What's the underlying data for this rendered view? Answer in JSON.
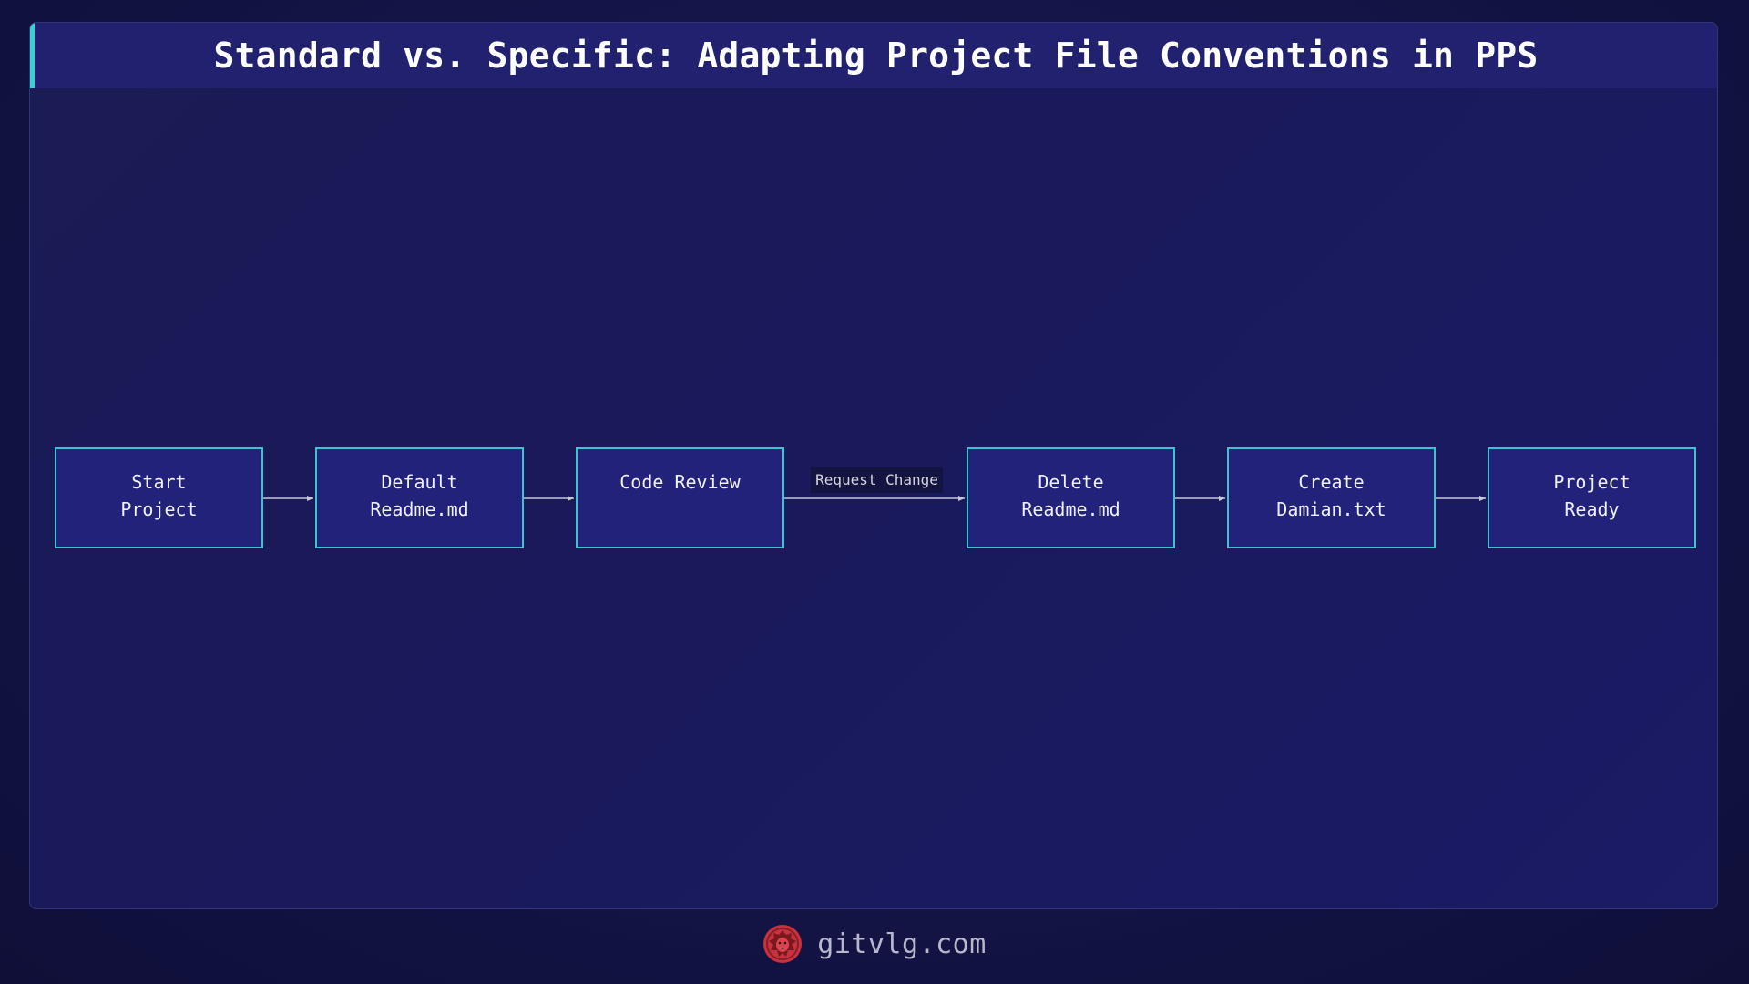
{
  "diagram": {
    "title": "Standard vs. Specific: Adapting Project File Conventions in PPS",
    "nodes": [
      {
        "id": "start",
        "lines": [
          "Start",
          "Project"
        ]
      },
      {
        "id": "default",
        "lines": [
          "Default",
          "Readme.md"
        ]
      },
      {
        "id": "review",
        "lines": [
          "Code Review"
        ]
      },
      {
        "id": "delete",
        "lines": [
          "Delete",
          "Readme.md"
        ]
      },
      {
        "id": "create",
        "lines": [
          "Create",
          "Damian.txt"
        ]
      },
      {
        "id": "ready",
        "lines": [
          "Project",
          "Ready"
        ]
      }
    ],
    "edges": [
      {
        "from": "start",
        "to": "default",
        "label": ""
      },
      {
        "from": "default",
        "to": "review",
        "label": ""
      },
      {
        "from": "review",
        "to": "delete",
        "label": "Request Change"
      },
      {
        "from": "delete",
        "to": "create",
        "label": ""
      },
      {
        "from": "create",
        "to": "ready",
        "label": ""
      }
    ]
  },
  "footer": {
    "site": "gitvlg.com",
    "logo_icon": "lion-logo-icon"
  },
  "colors": {
    "background": "#141447",
    "panel": "#1b1b5c",
    "title_bar": "#212170",
    "accent": "#3ecfd0",
    "node_fill": "#22227a",
    "node_border": "#3fc3cf",
    "edge": "#c8c8d8",
    "logo_red": "#c8323c"
  }
}
